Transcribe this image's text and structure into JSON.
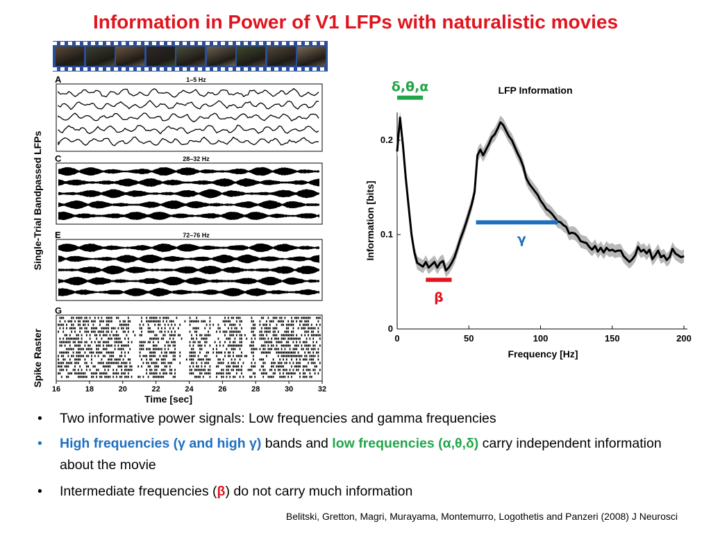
{
  "title": "Information in Power of V1 LFPs with naturalistic movies",
  "left_panel": {
    "ylabel": "Single-Trial Bandpassed LFPs",
    "raster_ylabel": "Spike Raster",
    "panels": [
      {
        "letter": "A",
        "label": "1–5 Hz"
      },
      {
        "letter": "C",
        "label": "28–32 Hz"
      },
      {
        "letter": "E",
        "label": "72–76 Hz"
      },
      {
        "letter": "G",
        "label": ""
      }
    ],
    "xticks": [
      "16",
      "18",
      "20",
      "22",
      "24",
      "26",
      "28",
      "30",
      "32"
    ],
    "xlabel": "Time [sec]"
  },
  "chart_data": {
    "type": "line",
    "title": "LFP Information",
    "xlabel": "Frequency [Hz]",
    "ylabel": "Information [bits]",
    "xlim": [
      0,
      200
    ],
    "ylim": [
      0,
      0.23
    ],
    "xticks": [
      "0",
      "50",
      "100",
      "150",
      "200"
    ],
    "yticks": [
      "0",
      "0.1",
      "0.2"
    ],
    "series": [
      {
        "x": [
          0,
          2,
          4,
          6,
          8,
          10,
          12,
          14,
          16,
          18,
          20,
          22,
          24,
          26,
          28,
          30,
          32,
          34,
          36,
          38,
          40,
          42,
          44,
          46,
          48,
          50,
          52,
          54,
          56,
          58,
          60,
          62,
          64,
          66,
          68,
          70,
          72,
          74,
          76,
          78,
          80,
          82,
          84,
          86,
          88,
          90,
          92,
          94,
          96,
          98,
          100,
          102,
          104,
          106,
          108,
          110,
          112,
          114,
          116,
          118,
          120,
          122,
          124,
          126,
          128,
          130,
          132,
          134,
          136,
          138,
          140,
          142,
          144,
          146,
          148,
          150,
          152,
          154,
          156,
          158,
          160,
          162,
          164,
          166,
          168,
          170,
          172,
          174,
          176,
          178,
          180,
          182,
          184,
          186,
          188,
          190,
          192,
          194,
          196,
          198,
          200
        ],
        "y": [
          0.188,
          0.224,
          0.195,
          0.16,
          0.13,
          0.1,
          0.081,
          0.07,
          0.068,
          0.066,
          0.071,
          0.065,
          0.068,
          0.071,
          0.065,
          0.07,
          0.072,
          0.062,
          0.065,
          0.07,
          0.076,
          0.085,
          0.095,
          0.103,
          0.112,
          0.122,
          0.132,
          0.145,
          0.184,
          0.19,
          0.184,
          0.19,
          0.196,
          0.203,
          0.206,
          0.212,
          0.219,
          0.216,
          0.21,
          0.204,
          0.2,
          0.193,
          0.186,
          0.18,
          0.172,
          0.16,
          0.154,
          0.15,
          0.146,
          0.142,
          0.136,
          0.132,
          0.127,
          0.125,
          0.122,
          0.118,
          0.114,
          0.113,
          0.11,
          0.108,
          0.101,
          0.102,
          0.101,
          0.098,
          0.093,
          0.092,
          0.091,
          0.087,
          0.084,
          0.088,
          0.082,
          0.086,
          0.081,
          0.086,
          0.083,
          0.084,
          0.082,
          0.083,
          0.083,
          0.077,
          0.074,
          0.071,
          0.074,
          0.078,
          0.087,
          0.082,
          0.084,
          0.08,
          0.084,
          0.074,
          0.078,
          0.083,
          0.076,
          0.078,
          0.073,
          0.076,
          0.085,
          0.08,
          0.078,
          0.076,
          0.077
        ]
      }
    ],
    "bands": [
      {
        "label": "δ,θ,α",
        "x0": 0,
        "x1": 18,
        "level": 0.245,
        "color": "#22a54a"
      },
      {
        "label": "β",
        "x0": 20,
        "x1": 38,
        "level": 0.052,
        "color": "#e0141e"
      },
      {
        "label": "γ",
        "x0": 55,
        "x1": 112,
        "level": 0.113,
        "color": "#1e6fc0"
      }
    ]
  },
  "bullets": [
    {
      "parts": [
        {
          "text": "Two informative power signals: Low frequencies and gamma frequencies",
          "style": ""
        }
      ]
    },
    {
      "parts": [
        {
          "text": "High frequencies (γ and high γ)",
          "style": "bl-blue"
        },
        {
          "text": " bands and ",
          "style": ""
        },
        {
          "text": "low frequencies (α,θ,δ)",
          "style": "bl-green"
        },
        {
          "text": " carry independent information about the movie",
          "style": ""
        }
      ]
    },
    {
      "parts": [
        {
          "text": "Intermediate frequencies (",
          "style": ""
        },
        {
          "text": "β",
          "style": "bl-red"
        },
        {
          "text": ") do not carry much information",
          "style": ""
        }
      ]
    }
  ],
  "bullet_colors": [
    "#000000",
    "#1e6fc0",
    "#000000"
  ],
  "citation": "Belitski, Gretton, Magri, Murayama, Montemurro, Logothetis and Panzeri (2008) J Neurosci"
}
